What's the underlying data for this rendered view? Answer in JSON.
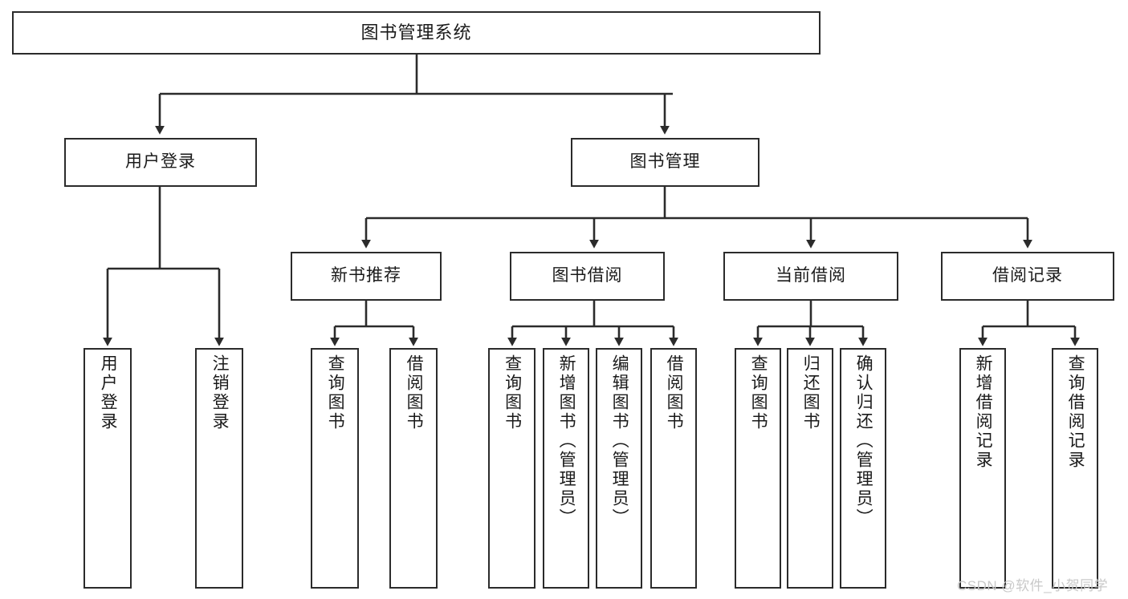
{
  "diagram": {
    "type": "tree-hierarchy",
    "title": "图书管理系统",
    "root": {
      "label": "图书管理系统"
    },
    "level2": [
      {
        "label": "用户登录"
      },
      {
        "label": "图书管理"
      }
    ],
    "level3": [
      {
        "label": "新书推荐"
      },
      {
        "label": "图书借阅"
      },
      {
        "label": "当前借阅"
      },
      {
        "label": "借阅记录"
      }
    ],
    "leaves": {
      "user_login": [
        {
          "label": "用户登录"
        },
        {
          "label": "注销登录"
        }
      ],
      "new_book_recommend": [
        {
          "label": "查询图书"
        },
        {
          "label": "借阅图书"
        }
      ],
      "book_borrow": [
        {
          "label": "查询图书"
        },
        {
          "label": "新增图书（管理员）"
        },
        {
          "label": "编辑图书（管理员）"
        },
        {
          "label": "借阅图书"
        }
      ],
      "current_borrow": [
        {
          "label": "查询图书"
        },
        {
          "label": "归还图书"
        },
        {
          "label": "确认归还（管理员）"
        }
      ],
      "borrow_record": [
        {
          "label": "新增借阅记录"
        },
        {
          "label": "查询借阅记录"
        }
      ]
    }
  },
  "watermark": {
    "text": "CSDN @软件_小贺同学"
  },
  "colors": {
    "stroke": "#2b2b2b",
    "fill": "#ffffff",
    "text": "#1a1a1a",
    "watermark": "#c9c9c9"
  }
}
